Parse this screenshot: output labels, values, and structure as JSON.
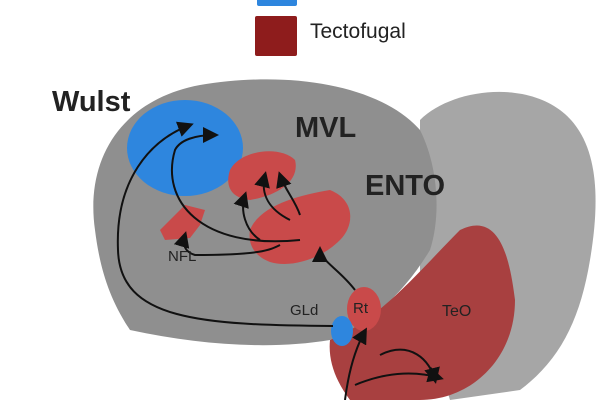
{
  "legend": {
    "items": [
      {
        "label": "",
        "color": "#2e86de"
      },
      {
        "label": "Tectofugal",
        "color": "#8e1c1c"
      }
    ]
  },
  "labels": {
    "wulst": "Wulst",
    "mvl": "MVL",
    "ento": "ENTO",
    "nfl": "NFL",
    "gld": "GLd",
    "rt": "Rt",
    "teo": "TeO"
  },
  "colors": {
    "brain": "#8f8f8f",
    "cerebellum": "#a3a3a3",
    "thalamofugal": "#2e86de",
    "tectofugal": "#c94a4a"
  }
}
